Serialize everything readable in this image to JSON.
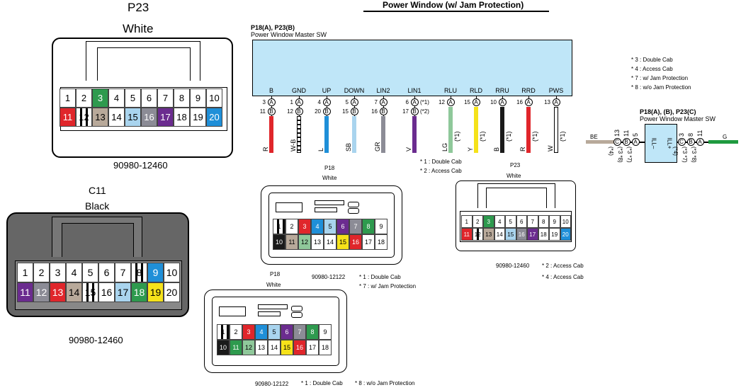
{
  "title": "Power Window (w/ Jam Protection)",
  "p23_left": {
    "name": "P23",
    "color_label": "White",
    "part_no": "90980-12460",
    "row1": [
      "1",
      "2",
      "3",
      "4",
      "5",
      "6",
      "7",
      "8",
      "9",
      "10"
    ],
    "row2": [
      "11",
      "12",
      "13",
      "14",
      "15",
      "16",
      "17",
      "18",
      "19",
      "20"
    ],
    "row1_colors": [
      "#ffffff",
      "#ffffff",
      "#2e9a4e",
      "#ffffff",
      "#ffffff",
      "#ffffff",
      "#ffffff",
      "#ffffff",
      "#ffffff",
      "#ffffff"
    ],
    "row2_colors": [
      "#e0262b",
      "stripe",
      "#b8a99a",
      "#ffffff",
      "#a9d4ee",
      "#8c8c96",
      "#6b2c8f",
      "#ffffff",
      "#ffffff",
      "#1f8fd8"
    ]
  },
  "c11": {
    "name": "C11",
    "color_label": "Black",
    "part_no": "90980-12460",
    "row1": [
      "1",
      "2",
      "3",
      "4",
      "5",
      "6",
      "7",
      "8",
      "9",
      "10"
    ],
    "row2": [
      "11",
      "12",
      "13",
      "14",
      "15",
      "16",
      "17",
      "18",
      "19",
      "20"
    ],
    "row1_colors": [
      "#ffffff",
      "#ffffff",
      "#ffffff",
      "#ffffff",
      "#ffffff",
      "#ffffff",
      "#ffffff",
      "stripe",
      "#1f8fd8",
      "#ffffff"
    ],
    "row2_colors": [
      "#6b2c8f",
      "#8c8c96",
      "#e0262b",
      "#b8a99a",
      "stripe",
      "#ffffff",
      "#a9d4ee",
      "#2e9a4e",
      "#f5e21a",
      "#ffffff"
    ]
  },
  "master": {
    "ref": "P18(A), P23(B)",
    "name": "Power Window Master SW",
    "terminals": [
      "B",
      "GND",
      "UP",
      "DOWN",
      "LIN2",
      "LIN1",
      "RLU",
      "RLD",
      "RRU",
      "RRD",
      "PWS"
    ],
    "pinsA": [
      "3",
      "1",
      "4",
      "5",
      "7",
      "6",
      "12",
      "15",
      "10",
      "16",
      "13"
    ],
    "pinsB": [
      "11",
      "12",
      "20",
      "15",
      "16",
      "17",
      "",
      "",
      "",
      "",
      ""
    ],
    "notesA": [
      "",
      "",
      "",
      "",
      "",
      "(*1)",
      "",
      "",
      "",
      "",
      ""
    ],
    "notesB": [
      "",
      "",
      "",
      "",
      "",
      "(*2)",
      "",
      "",
      "",
      "",
      ""
    ],
    "wire_codes": [
      "R",
      "W-B",
      "L",
      "SB",
      "GR",
      "V",
      "LG",
      "Y",
      "B",
      "R",
      "W"
    ],
    "wire_notes": [
      "",
      "",
      "",
      "",
      "",
      "",
      "(*1)",
      "(*1)",
      "(*1)",
      "(*1)",
      "(*1)"
    ],
    "wire_colors": [
      "#e0262b",
      "stripe",
      "#1f8fd8",
      "#a9d4ee",
      "#8c8c96",
      "#6b2c8f",
      "#8fc89a",
      "#f5e21a",
      "#1a1a1a",
      "#e0262b",
      "#ffffff"
    ],
    "footnote1": "* 1 : Double Cab",
    "footnote2": "* 2 : Access Cab"
  },
  "notes_right": [
    "* 3 : Double Cab",
    "* 4 : Access Cab",
    "* 7 : w/ Jam Protection",
    "* 8 : w/o Jam Protection"
  ],
  "ill": {
    "ref": "P18(A), (B), P23(C)",
    "name": "Power Window Master SW",
    "left_label": "ILL–",
    "right_label": "ILL+",
    "left_wire": "BE",
    "right_wire": "G",
    "left_pins": [
      "13",
      "11",
      "5"
    ],
    "left_letters": [
      "C",
      "B",
      "A"
    ],
    "left_notes": [
      "(*4)",
      "(*3 *8)",
      "(*3 *7)"
    ],
    "right_pins": [
      "3",
      "8",
      "11"
    ],
    "right_letters": [
      "C",
      "B",
      "A"
    ],
    "right_notes": [
      "(*4)",
      "(*3 *7)",
      "(*3 *8)"
    ]
  },
  "p18_a": {
    "name": "P18",
    "color_label": "White",
    "part_no": "90980-12122",
    "note1": "* 1 : Double Cab",
    "note2": "* 7 : w/ Jam Protection",
    "row1": [
      "1",
      "2",
      "3",
      "4",
      "5",
      "6",
      "7",
      "8",
      "9"
    ],
    "row2": [
      "10",
      "11",
      "12",
      "13",
      "14",
      "15",
      "16",
      "17",
      "18"
    ],
    "row1_colors": [
      "stripe",
      "#ffffff",
      "#e0262b",
      "#1f8fd8",
      "#a9d4ee",
      "#6b2c8f",
      "#8c8c96",
      "#2e9a4e",
      "#ffffff"
    ],
    "row2_colors": [
      "#1a1a1a",
      "#b8a99a",
      "#8fc89a",
      "#ffffff",
      "#ffffff",
      "#f5e21a",
      "#e0262b",
      "#ffffff",
      "#ffffff"
    ]
  },
  "p18_b": {
    "name": "P18",
    "color_label": "White",
    "part_no": "90980-12122",
    "note1": "* 1 : Double Cab",
    "note2": "* 8 : w/o Jam Protection",
    "row1": [
      "1",
      "2",
      "3",
      "4",
      "5",
      "6",
      "7",
      "8",
      "9"
    ],
    "row2": [
      "10",
      "11",
      "12",
      "13",
      "14",
      "15",
      "16",
      "17",
      "18"
    ],
    "row1_colors": [
      "stripe",
      "#ffffff",
      "#e0262b",
      "#1f8fd8",
      "#a9d4ee",
      "#6b2c8f",
      "#8c8c96",
      "#2e9a4e",
      "#ffffff"
    ],
    "row2_colors": [
      "#1a1a1a",
      "#2e9a4e",
      "#8fc89a",
      "#ffffff",
      "#ffffff",
      "#f5e21a",
      "#e0262b",
      "#ffffff",
      "#ffffff"
    ]
  },
  "p23_small": {
    "name": "P23",
    "color_label": "White",
    "part_no": "90980-12460",
    "note1": "* 2 : Access Cab",
    "note2": "* 4 : Access Cab",
    "row1": [
      "1",
      "2",
      "3",
      "4",
      "5",
      "6",
      "7",
      "8",
      "9",
      "10"
    ],
    "row2": [
      "11",
      "12",
      "13",
      "14",
      "15",
      "16",
      "17",
      "18",
      "19",
      "20"
    ],
    "row1_colors": [
      "#ffffff",
      "#ffffff",
      "#2e9a4e",
      "#ffffff",
      "#ffffff",
      "#ffffff",
      "#ffffff",
      "#ffffff",
      "#ffffff",
      "#ffffff"
    ],
    "row2_colors": [
      "#e0262b",
      "stripe",
      "#b8a99a",
      "#ffffff",
      "#a9d4ee",
      "#8c8c96",
      "#6b2c8f",
      "#ffffff",
      "#ffffff",
      "#1f8fd8"
    ]
  }
}
